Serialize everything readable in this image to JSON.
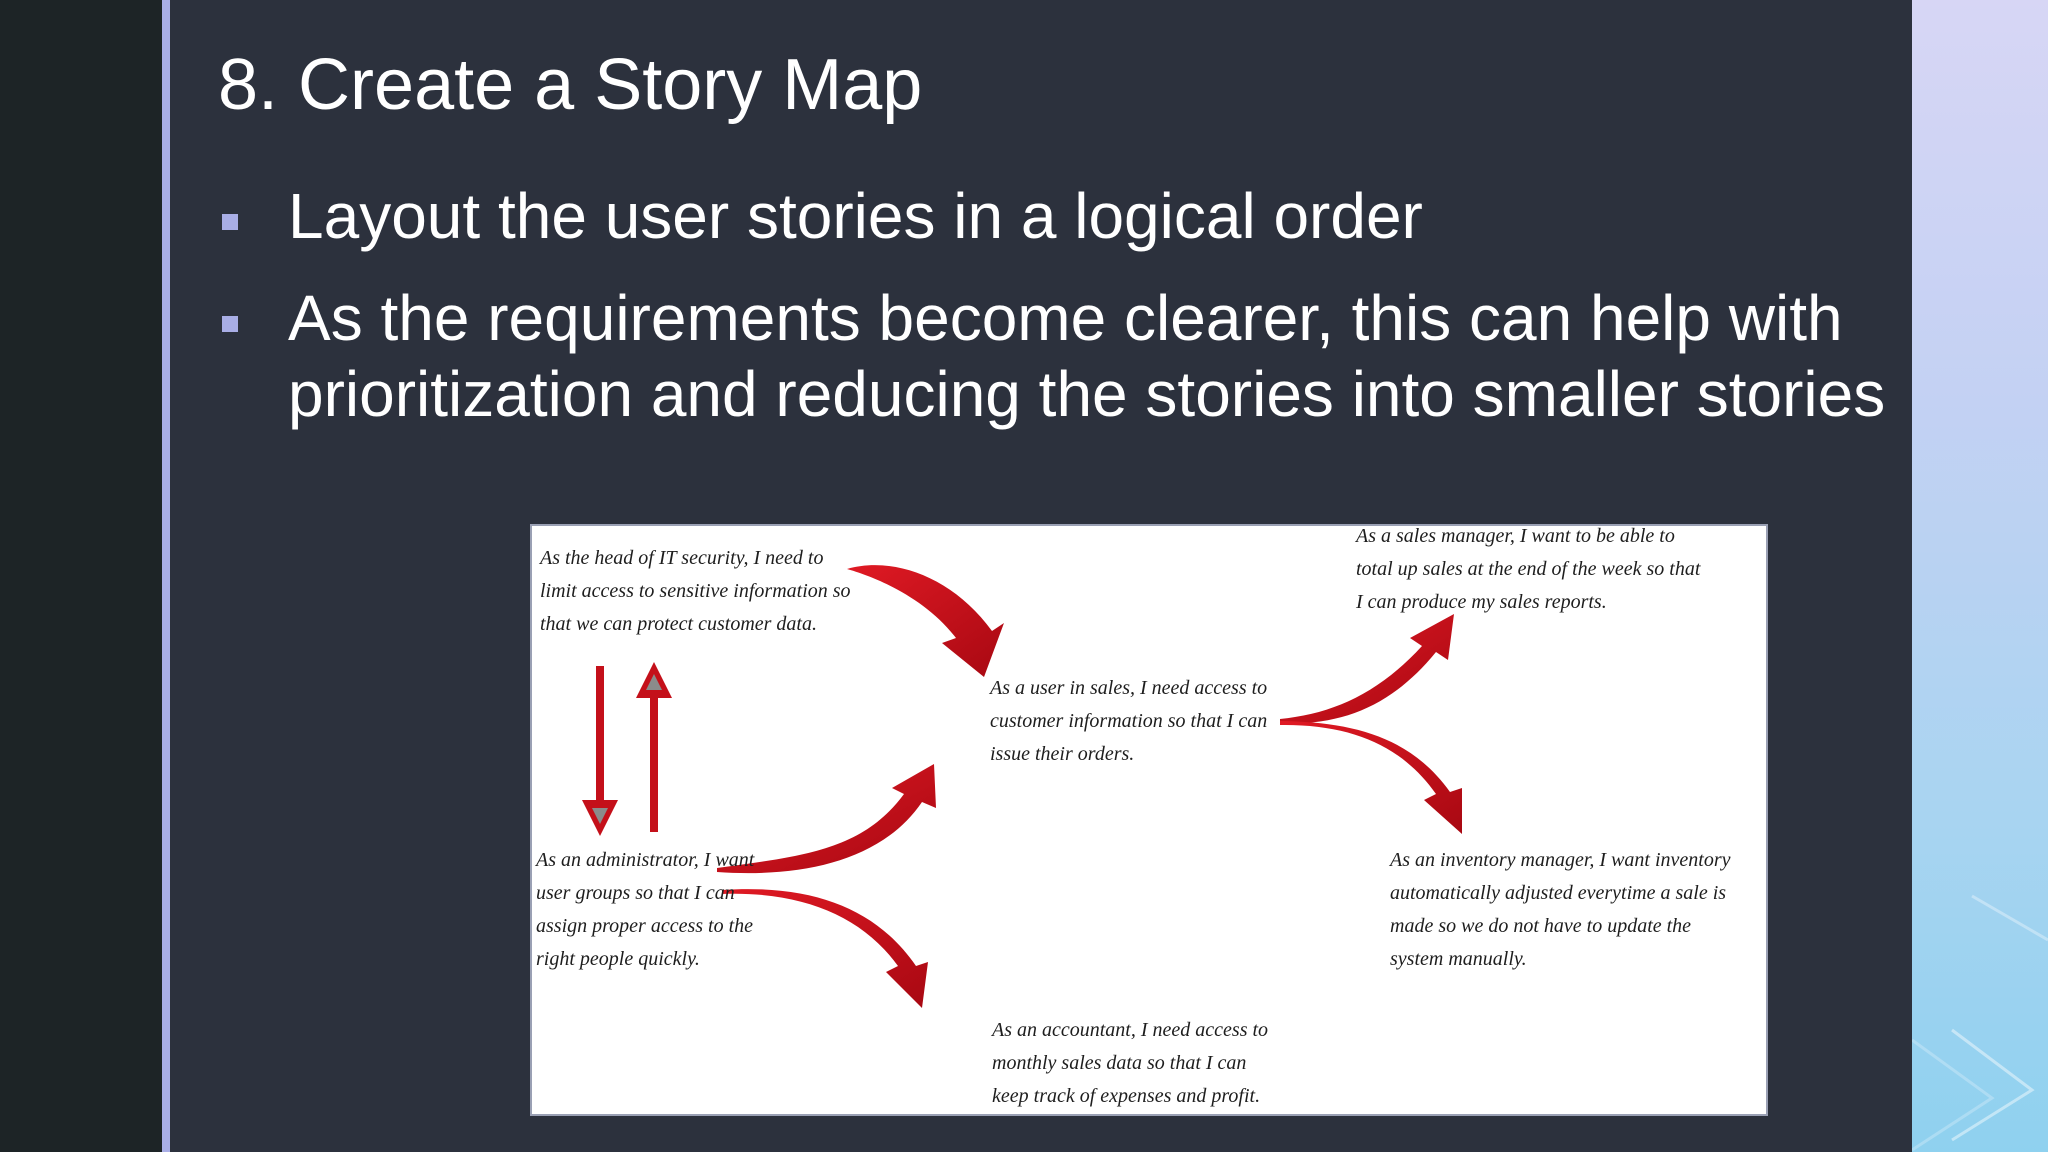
{
  "slide": {
    "title": "8. Create a Story Map",
    "bullets": [
      "Layout the user stories in a logical order",
      "As the requirements become clearer, this can help with prioritization and reducing the stories into smaller stories"
    ]
  },
  "story_map": {
    "stories": {
      "security_head": [
        "As the head of IT security, I need to",
        "limit access to sensitive information so",
        "that we can protect customer data."
      ],
      "administrator": [
        "As an administrator, I want",
        "user groups so that I can",
        "assign proper access to the",
        "right people quickly."
      ],
      "sales_user": [
        "As a user in sales, I need access to",
        "customer information so that I can",
        "issue their orders."
      ],
      "accountant": [
        "As an accountant, I need access to",
        "monthly sales data so that I can",
        "keep track of expenses and profit."
      ],
      "sales_manager": [
        "As a sales manager, I want to be able to",
        "total up sales at the end of the week so that",
        "I can produce my sales reports."
      ],
      "inventory_manager": [
        "As an inventory manager, I want inventory",
        "automatically adjusted everytime a sale is",
        "made so we do not have to update the",
        "system manually."
      ]
    }
  },
  "colors": {
    "slide_bg": "#2c313d",
    "accent": "#a9aee6",
    "arrow_red": "#d0101c"
  }
}
